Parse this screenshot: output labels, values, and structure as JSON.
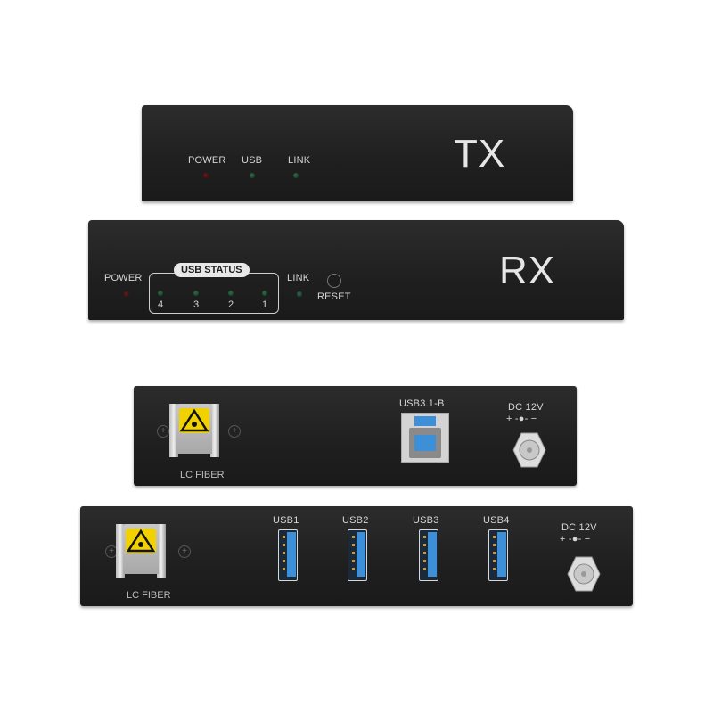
{
  "tx_front": {
    "title": "TX",
    "indicators": [
      {
        "label": "POWER",
        "led_color": "red"
      },
      {
        "label": "USB",
        "led_color": "green"
      },
      {
        "label": "LINK",
        "led_color": "green"
      }
    ]
  },
  "rx_front": {
    "title": "RX",
    "power_label": "POWER",
    "usb_status_label": "USB STATUS",
    "usb_ports": [
      "4",
      "3",
      "2",
      "1"
    ],
    "link_label": "LINK",
    "reset_label": "RESET"
  },
  "tx_rear": {
    "fiber_label": "LC FIBER",
    "usb_label": "USB3.1-B",
    "dc_label": "DC 12V",
    "polarity": "+ -●- −"
  },
  "rx_rear": {
    "fiber_label": "LC FIBER",
    "usb_ports": [
      "USB1",
      "USB2",
      "USB3",
      "USB4"
    ],
    "dc_label": "DC 12V",
    "polarity": "+ -●- −"
  },
  "colors": {
    "chassis": "#1f1f1f",
    "label": "#d6d6d6",
    "usb_blue": "#3d8fd8",
    "warning_yellow": "#f1d200"
  }
}
